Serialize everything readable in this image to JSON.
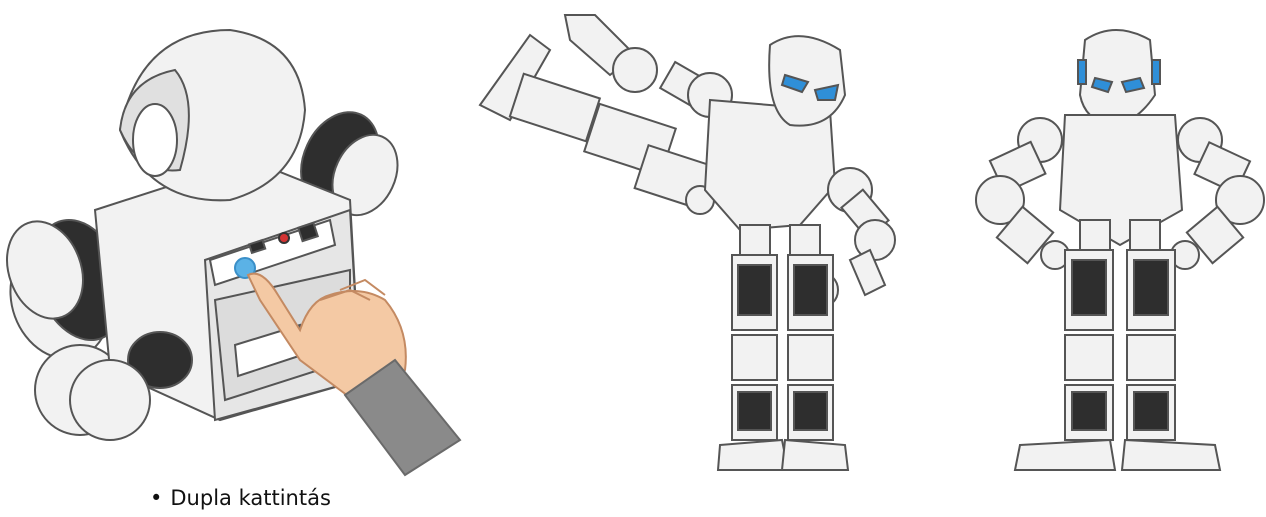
{
  "caption": {
    "bullet": "•",
    "text": "Dupla kattintás"
  },
  "colors": {
    "robot_body": "#f2f2f2",
    "robot_outline": "#555555",
    "robot_dark": "#2e2e2e",
    "eye_blue": "#2f8fd8",
    "button_blue": "#5bb2e6",
    "button_red": "#d33333",
    "skin": "#f4c9a4",
    "sleeve": "#8a8a8a"
  },
  "illustrations": [
    {
      "name": "robot-back-button-press",
      "hand_action": "double-click"
    },
    {
      "name": "robot-waving-pose"
    },
    {
      "name": "robot-hands-on-hips-pose"
    }
  ]
}
